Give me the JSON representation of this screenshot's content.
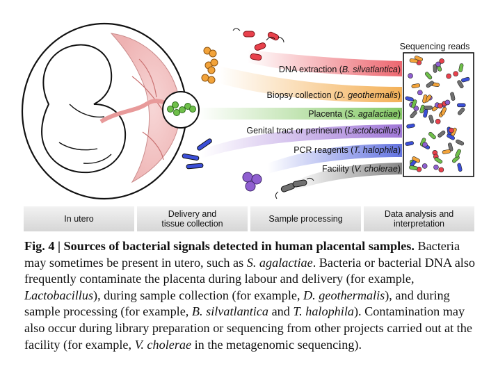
{
  "sequencing_title": "Sequencing reads",
  "sources": [
    {
      "label": "DNA extraction (",
      "organism": "B. silvatlantica",
      "end": ")"
    },
    {
      "label": "Biopsy collection (",
      "organism": "D. geothermalis",
      "end": ")"
    },
    {
      "label": "Placenta (",
      "organism": "S. agalactiae",
      "end": ")"
    },
    {
      "label": "Genital tract or perineum (",
      "organism": "Lactobacillus",
      "end": ")"
    },
    {
      "label": "PCR reagents (",
      "organism": "T. halophila",
      "end": ")"
    },
    {
      "label": "Facility (",
      "organism": "V. cholerae",
      "end": ")"
    }
  ],
  "stages": [
    "In utero",
    "Delivery and\ntissue collection",
    "Sample processing",
    "Data analysis and\ninterpretation"
  ],
  "colors": {
    "dna": "#e8414c",
    "biopsy": "#f2a33a",
    "placenta": "#6fbf4a",
    "genital": "#8f5fd0",
    "pcr": "#3b4fd8",
    "facility": "#707070",
    "uterus": "#f3c3c3"
  },
  "caption": {
    "bold": "Fig. 4 | Sources of bacterial signals detected in human placental samples.",
    "parts": [
      {
        "t": " Bacteria may sometimes be present in utero, such as ",
        "i": false
      },
      {
        "t": "S. agalactiae",
        "i": true
      },
      {
        "t": ". Bacteria or bacterial DNA also frequently contaminate the placenta during labour and delivery (for example, ",
        "i": false
      },
      {
        "t": "Lactobacillus",
        "i": true
      },
      {
        "t": "), during sample collection (for example, ",
        "i": false
      },
      {
        "t": "D. geothermalis",
        "i": true
      },
      {
        "t": "), and during sample processing (for example, ",
        "i": false
      },
      {
        "t": "B. silvatlantica",
        "i": true
      },
      {
        "t": " and ",
        "i": false
      },
      {
        "t": "T. halophila",
        "i": true
      },
      {
        "t": "). Contamination may also occur during library preparation or sequencing from other projects carried out at the facility (for example, ",
        "i": false
      },
      {
        "t": "V. cholerae",
        "i": true
      },
      {
        "t": " in the metagenomic sequencing).",
        "i": false
      }
    ]
  }
}
